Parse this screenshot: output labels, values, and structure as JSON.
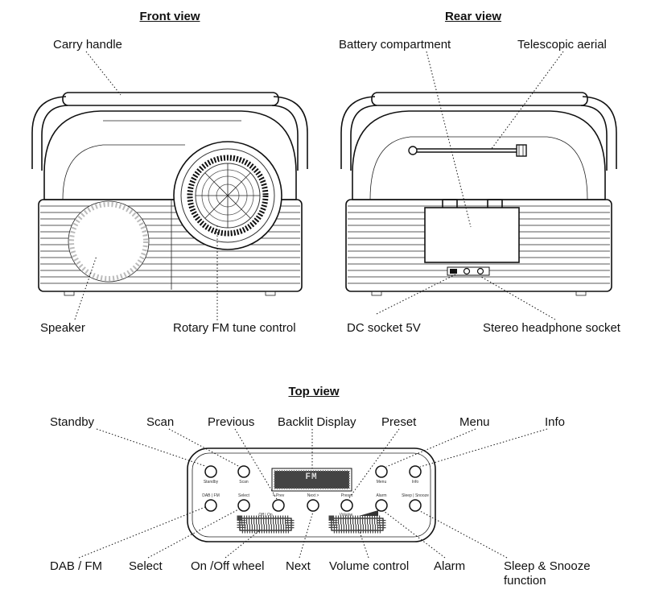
{
  "views": {
    "front": {
      "title": "Front view",
      "labels": {
        "carry_handle": "Carry handle",
        "speaker": "Speaker",
        "rotary_tune": "Rotary FM tune control"
      }
    },
    "rear": {
      "title": "Rear view",
      "labels": {
        "battery": "Battery compartment",
        "aerial": "Telescopic aerial",
        "dc_socket": "DC socket 5V",
        "headphone": "Stereo headphone socket"
      }
    },
    "top": {
      "title": "Top view",
      "labels": {
        "standby": "Standby",
        "scan": "Scan",
        "previous": "Previous",
        "backlit_display": "Backlit Display",
        "preset": "Preset",
        "menu": "Menu",
        "info": "Info",
        "dab_fm": "DAB / FM",
        "select": "Select",
        "on_off_wheel": "On /Off wheel",
        "next": "Next",
        "volume_control": "Volume control",
        "alarm": "Alarm",
        "sleep_snooze_1": "Sleep & Snooze",
        "sleep_snooze_2": "function"
      },
      "display_text": "FM",
      "button_captions": {
        "standby": "Standby",
        "scan": "Scan",
        "menu": "Menu",
        "info": "Info",
        "dab_fm": "DAB | FM",
        "select": "Select",
        "previous": "< Prev",
        "next": "Next >",
        "preset": "Preset",
        "alarm": "Alarm",
        "sleep_snooze": "Sleep | Snooze"
      },
      "wheel_captions": {
        "on_off": "Off | On",
        "volume": "Volume"
      }
    }
  }
}
